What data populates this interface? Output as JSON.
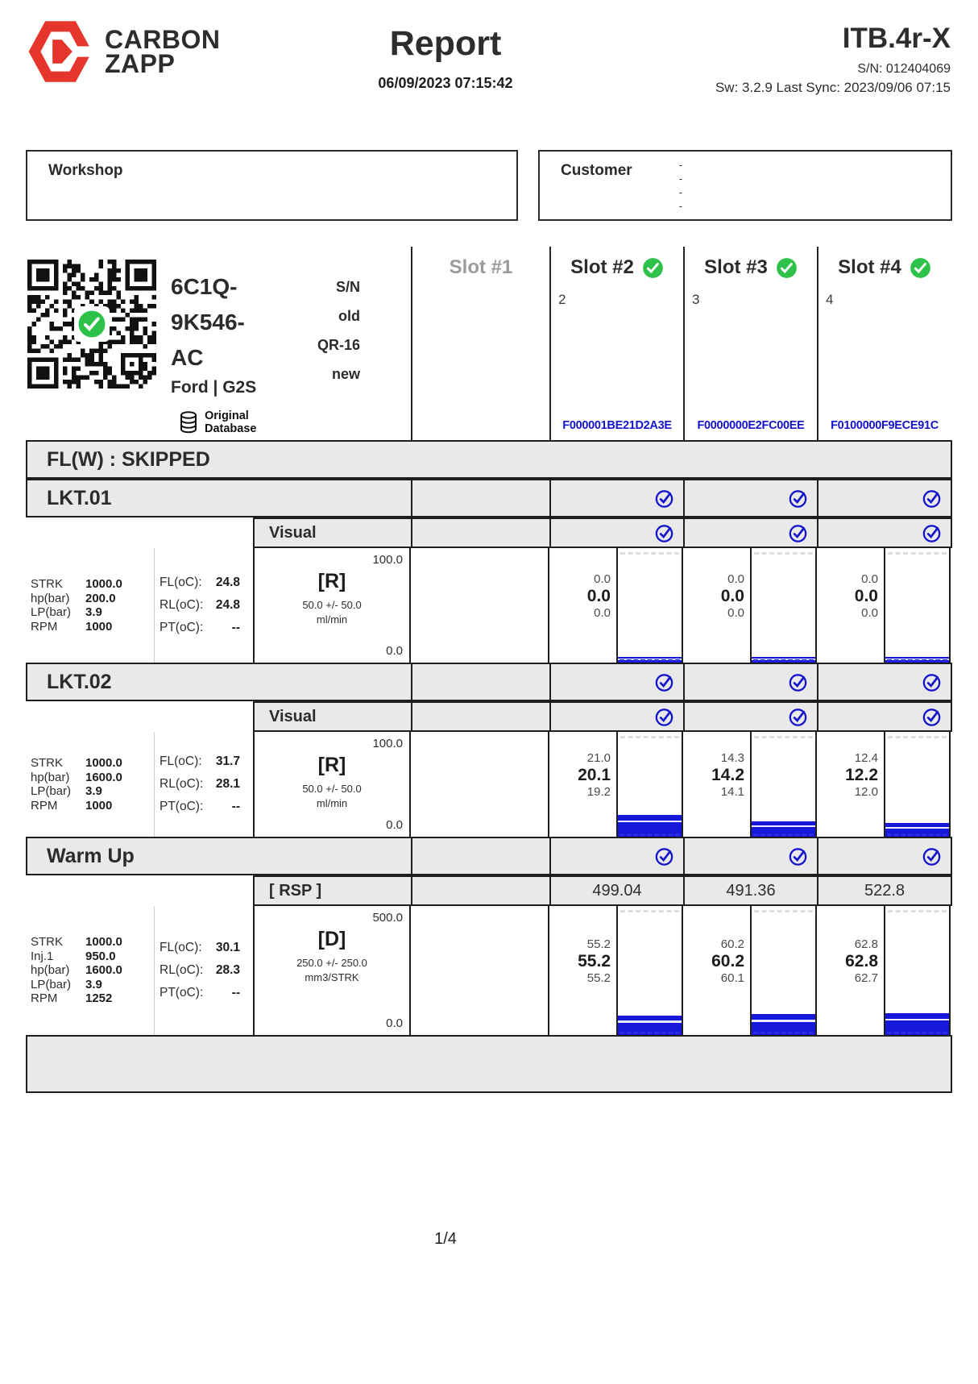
{
  "header": {
    "brand_top": "CARBON",
    "brand_bottom": "ZAPP",
    "title": "Report",
    "datetime": "06/09/2023 07:15:42",
    "model": "ITB.4r-X",
    "serial_line": "S/N: 012404069",
    "sync_line": "Sw: 3.2.9 Last Sync: 2023/09/06 07:15"
  },
  "boxes": {
    "workshop_label": "Workshop",
    "customer_label": "Customer",
    "customer_lines": [
      "-",
      "-",
      "-",
      "-"
    ]
  },
  "injector": {
    "part_line1": "6C1Q-",
    "part_line2": "9K546-",
    "part_line3": "AC",
    "vehicle": "Ford | G2S",
    "sn_label": "S/N",
    "sn_rows": [
      "old",
      "QR-16",
      "new"
    ],
    "db_line1": "Original",
    "db_line2": "Database"
  },
  "slot_header": {
    "slots": [
      {
        "title": "Slot #1",
        "passed": false,
        "index": "",
        "code": ""
      },
      {
        "title": "Slot #2",
        "passed": true,
        "index": "2",
        "code": "F000001BE21D2A3E"
      },
      {
        "title": "Slot #3",
        "passed": true,
        "index": "3",
        "code": "F0000000E2FC00EE"
      },
      {
        "title": "Slot #4",
        "passed": true,
        "index": "4",
        "code": "F0100000F9ECE91C"
      }
    ]
  },
  "flw_band": "FL(W) : SKIPPED",
  "sections": [
    {
      "name": "LKT.01",
      "sub_label": "Visual",
      "params": [
        {
          "label": "STRK",
          "value": "1000.0"
        },
        {
          "label": "hp(bar)",
          "value": "200.0"
        },
        {
          "label": "LP(bar)",
          "value": "3.9"
        },
        {
          "label": "RPM",
          "value": "1000"
        }
      ],
      "conditions": [
        {
          "label": "FL(oC):",
          "value": "24.8"
        },
        {
          "label": "RL(oC):",
          "value": "24.8"
        },
        {
          "label": "PT(oC):",
          "value": "--"
        }
      ],
      "chart": {
        "tag": "[R]",
        "tolerance": "50.0 +/- 50.0",
        "unit": "ml/min",
        "ymax": "100.0",
        "ymin": "0.0"
      },
      "results": [
        {
          "high": "0.0",
          "main": "0.0",
          "low": "0.0",
          "bar_pct": 5
        },
        {
          "high": "0.0",
          "main": "0.0",
          "low": "0.0",
          "bar_pct": 5
        },
        {
          "high": "0.0",
          "main": "0.0",
          "low": "0.0",
          "bar_pct": 5
        }
      ]
    },
    {
      "name": "LKT.02",
      "sub_label": "Visual",
      "params": [
        {
          "label": "STRK",
          "value": "1000.0"
        },
        {
          "label": "hp(bar)",
          "value": "1600.0"
        },
        {
          "label": "LP(bar)",
          "value": "3.9"
        },
        {
          "label": "RPM",
          "value": "1000"
        }
      ],
      "conditions": [
        {
          "label": "FL(oC):",
          "value": "31.7"
        },
        {
          "label": "RL(oC):",
          "value": "28.1"
        },
        {
          "label": "PT(oC):",
          "value": "--"
        }
      ],
      "chart": {
        "tag": "[R]",
        "tolerance": "50.0 +/- 50.0",
        "unit": "ml/min",
        "ymax": "100.0",
        "ymin": "0.0"
      },
      "results": [
        {
          "high": "21.0",
          "main": "20.1",
          "low": "19.2",
          "bar_pct": 21
        },
        {
          "high": "14.3",
          "main": "14.2",
          "low": "14.1",
          "bar_pct": 15
        },
        {
          "high": "12.4",
          "main": "12.2",
          "low": "12.0",
          "bar_pct": 13
        }
      ]
    },
    {
      "name": "Warm Up",
      "sub_label": "[ RSP ]",
      "rsp": [
        "499.04",
        "491.36",
        "522.8"
      ],
      "params": [
        {
          "label": "STRK",
          "value": "1000.0"
        },
        {
          "label": "Inj.1",
          "value": "950.0"
        },
        {
          "label": "hp(bar)",
          "value": "1600.0"
        },
        {
          "label": "LP(bar)",
          "value": "3.9"
        },
        {
          "label": "RPM",
          "value": "1252"
        }
      ],
      "conditions": [
        {
          "label": "FL(oC):",
          "value": "30.1"
        },
        {
          "label": "RL(oC):",
          "value": "28.3"
        },
        {
          "label": "PT(oC):",
          "value": "--"
        }
      ],
      "chart": {
        "tag": "[D]",
        "tolerance": "250.0 +/- 250.0",
        "unit": "mm3/STRK",
        "ymax": "500.0",
        "ymin": "0.0"
      },
      "results": [
        {
          "high": "55.2",
          "main": "55.2",
          "low": "55.2",
          "bar_pct": 15
        },
        {
          "high": "60.2",
          "main": "60.2",
          "low": "60.1",
          "bar_pct": 16
        },
        {
          "high": "62.8",
          "main": "62.8",
          "low": "62.7",
          "bar_pct": 17
        }
      ]
    }
  ],
  "footer": {
    "page": "1/4"
  },
  "colors": {
    "accent_blue": "#1414cc",
    "pass_green": "#2fc24a",
    "brand_red": "#e6352b",
    "bar_blue": "#1717dc"
  }
}
